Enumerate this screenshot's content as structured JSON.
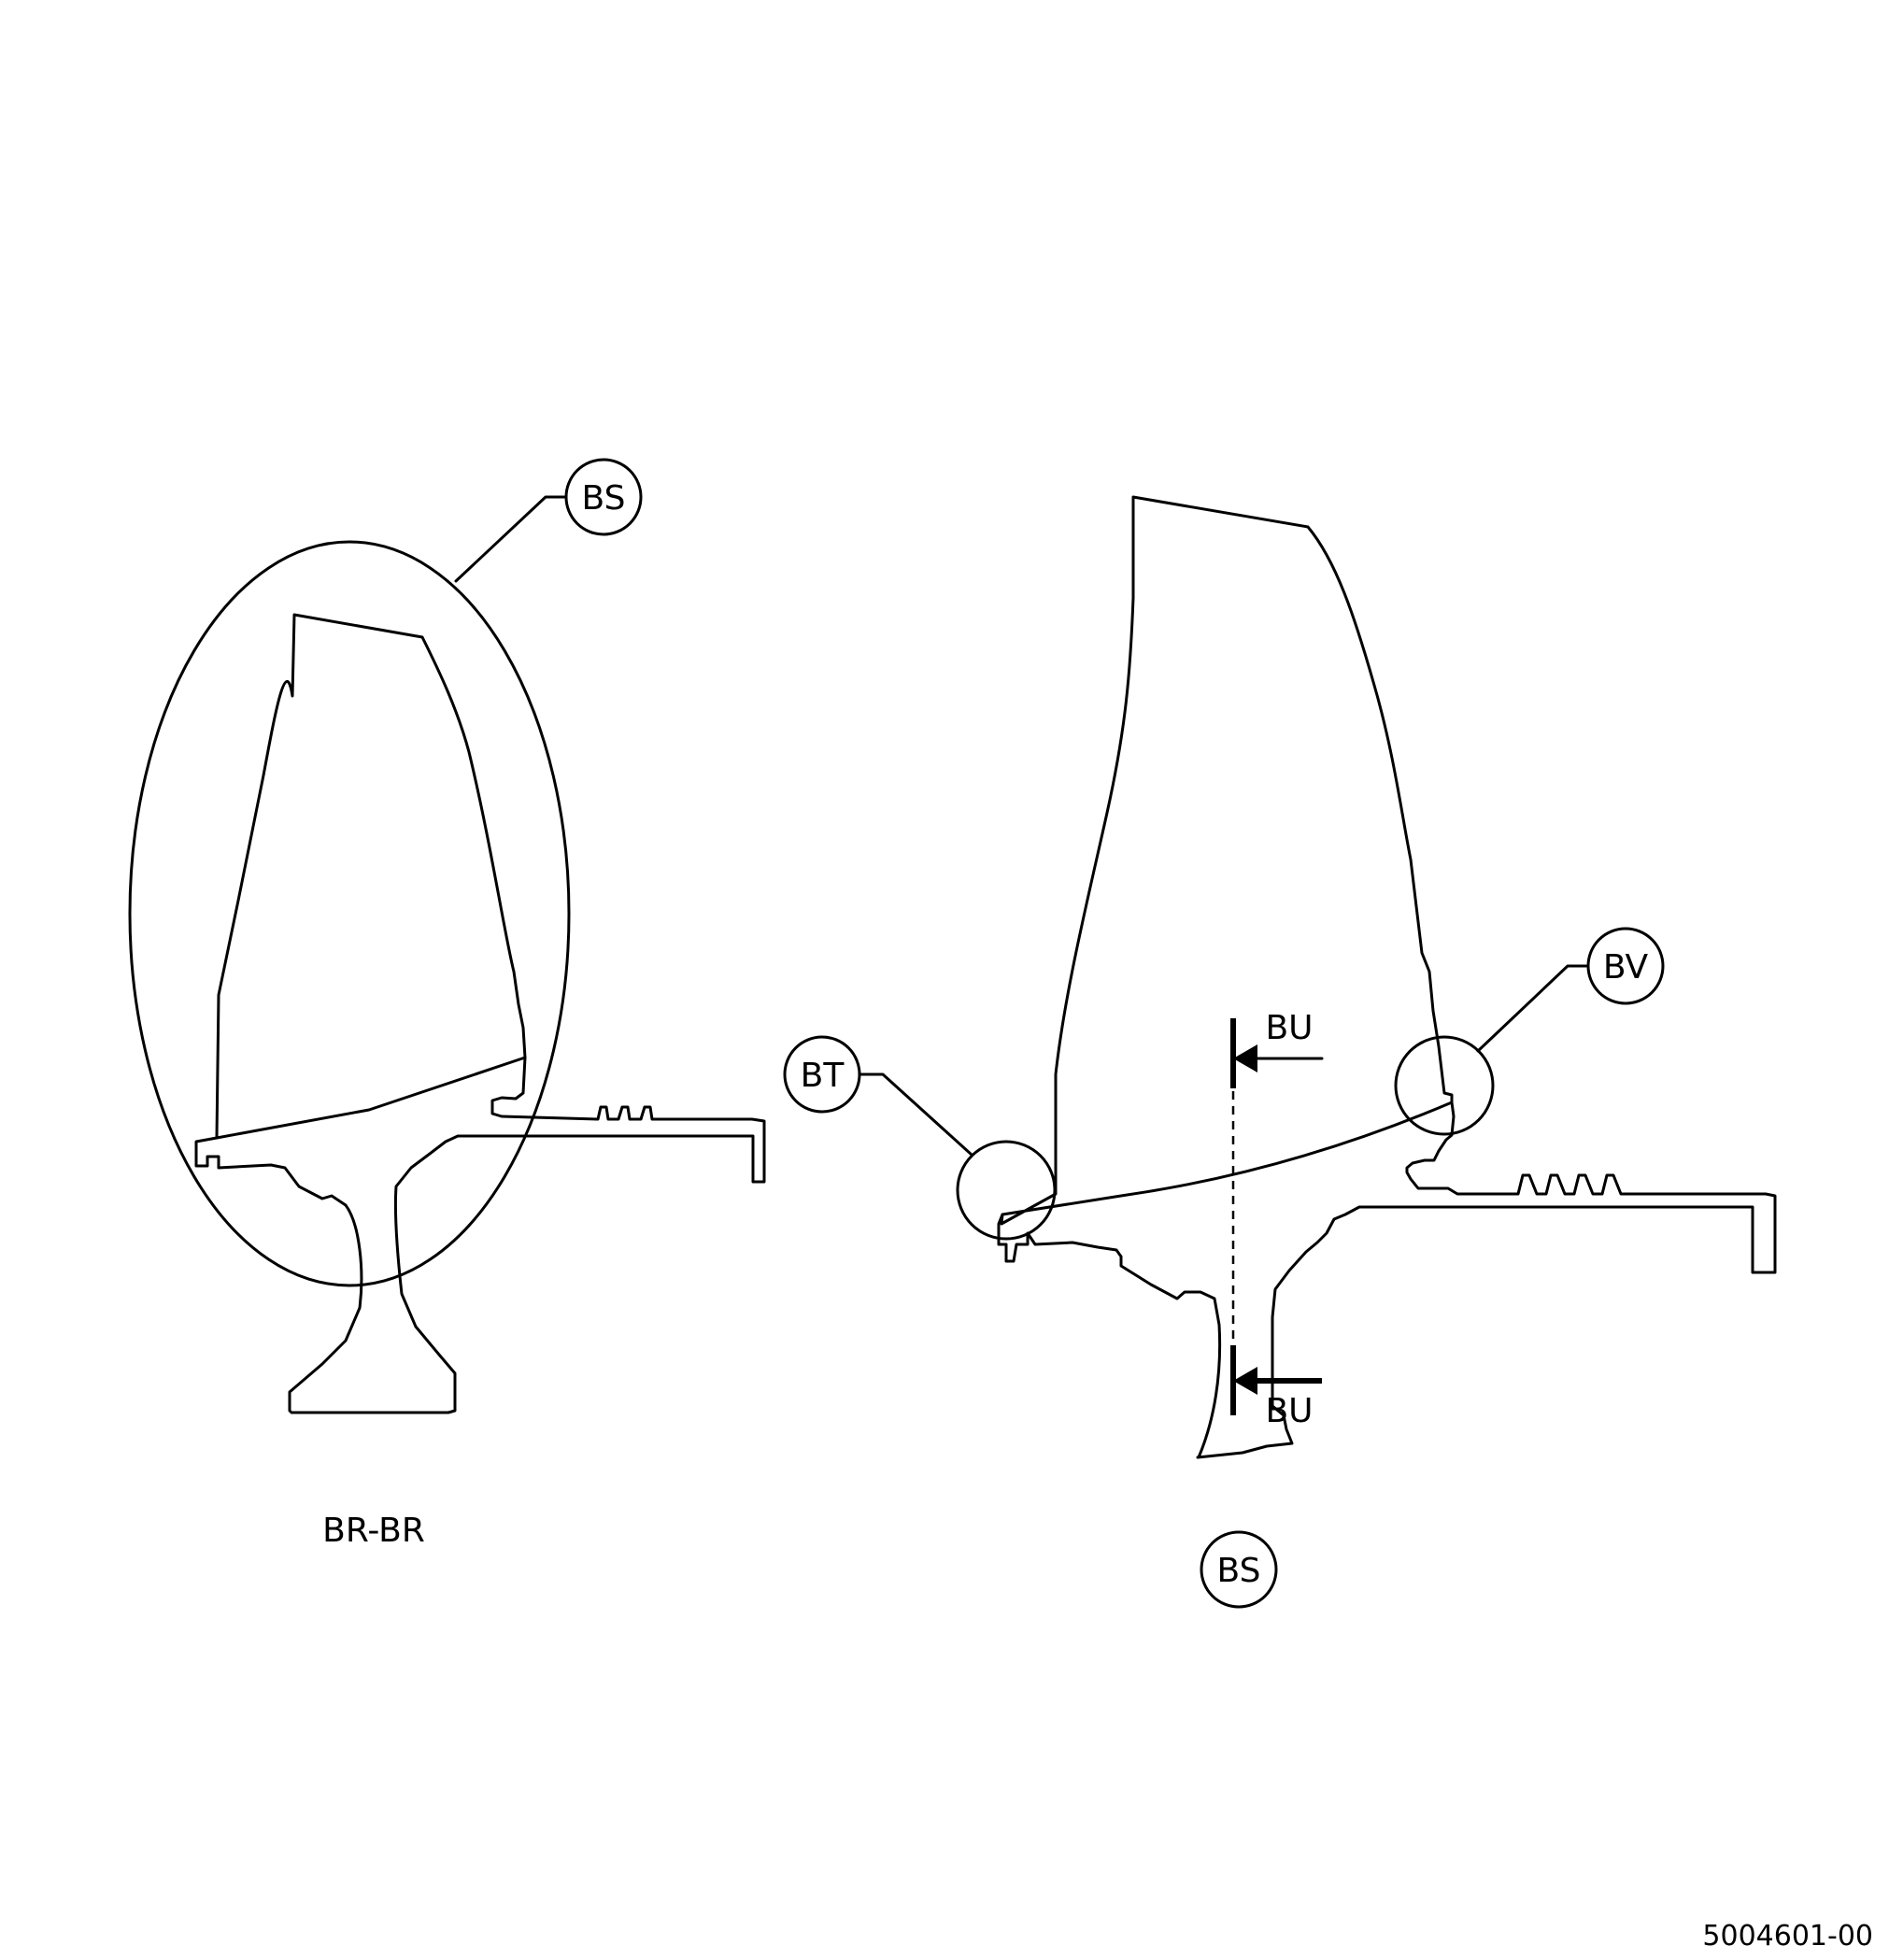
{
  "callouts": {
    "left_detail": "BS",
    "bt": "BT",
    "bv": "BV",
    "bu_top": "BU",
    "bu_bottom": "BU",
    "detail_title": "BS"
  },
  "view_caption": "BR-BR",
  "document_number": "5004601-00",
  "colors": {
    "line": "#000000",
    "background": "#ffffff"
  }
}
